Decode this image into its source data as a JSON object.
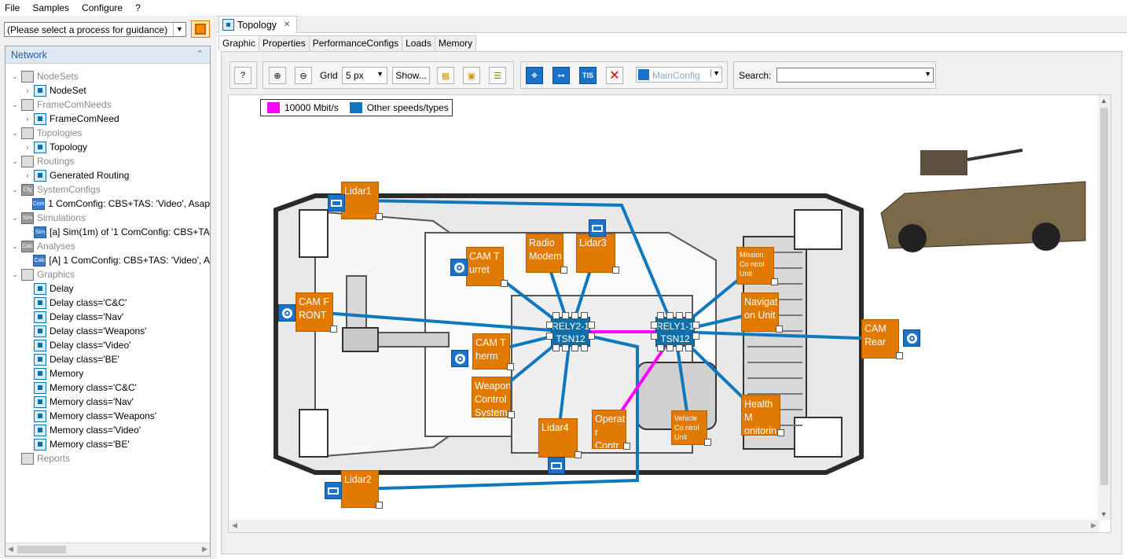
{
  "menu": [
    "File",
    "Samples",
    "Configure",
    "?"
  ],
  "process_combo": "(Please select a process for guidance)",
  "network_panel": {
    "title": "Network"
  },
  "tree": [
    {
      "level": 0,
      "label": "NodeSets",
      "grey": true,
      "expand": "v",
      "icon": "nodeset-icon"
    },
    {
      "level": 1,
      "label": "NodeSet",
      "grey": false,
      "expand": ">",
      "icon": "nodeset-icon"
    },
    {
      "level": 0,
      "label": "FrameComNeeds",
      "grey": true,
      "expand": "v",
      "icon": "framecom-icon"
    },
    {
      "level": 1,
      "label": "FrameComNeed",
      "grey": false,
      "expand": ">",
      "icon": "framecom-icon"
    },
    {
      "level": 0,
      "label": "Topologies",
      "grey": true,
      "expand": "v",
      "icon": "topology-icon"
    },
    {
      "level": 1,
      "label": "Topology",
      "grey": false,
      "expand": ">",
      "icon": "topology-icon"
    },
    {
      "level": 0,
      "label": "Routings",
      "grey": true,
      "expand": "v",
      "icon": "routing-icon"
    },
    {
      "level": 1,
      "label": "Generated Routing",
      "grey": false,
      "expand": ">",
      "icon": "routing-icon"
    },
    {
      "level": 0,
      "label": "SystemConfigs",
      "grey": true,
      "expand": "v",
      "icon": "systemconfig-icon",
      "tag": "Cfg"
    },
    {
      "level": 1,
      "label": "1 ComConfig: CBS+TAS: 'Video', Asap",
      "grey": false,
      "expand": "",
      "icon": "comconfig-icon",
      "tag": "Com"
    },
    {
      "level": 0,
      "label": "Simulations",
      "grey": true,
      "expand": "v",
      "icon": "simulation-icon",
      "tag": "Sim"
    },
    {
      "level": 1,
      "label": "[a] Sim(1m) of '1 ComConfig: CBS+TA",
      "grey": false,
      "expand": "",
      "icon": "simulation-icon",
      "tag": "Sim"
    },
    {
      "level": 0,
      "label": "Analyses",
      "grey": true,
      "expand": "v",
      "icon": "analysis-icon",
      "tag": "Calc"
    },
    {
      "level": 1,
      "label": "[A]  1 ComConfig: CBS+TAS: 'Video', A",
      "grey": false,
      "expand": "",
      "icon": "analysis-icon",
      "tag": "Calc"
    },
    {
      "level": 0,
      "label": "Graphics",
      "grey": true,
      "expand": "v",
      "icon": "graphic-icon"
    },
    {
      "level": 1,
      "label": "Delay",
      "grey": false,
      "expand": "",
      "icon": "graphic-icon"
    },
    {
      "level": 1,
      "label": "Delay class='C&C'",
      "grey": false,
      "expand": "",
      "icon": "graphic-icon"
    },
    {
      "level": 1,
      "label": "Delay class='Nav'",
      "grey": false,
      "expand": "",
      "icon": "graphic-icon"
    },
    {
      "level": 1,
      "label": "Delay class='Weapons'",
      "grey": false,
      "expand": "",
      "icon": "graphic-icon"
    },
    {
      "level": 1,
      "label": "Delay class='Video'",
      "grey": false,
      "expand": "",
      "icon": "graphic-icon"
    },
    {
      "level": 1,
      "label": "Delay class='BE'",
      "grey": false,
      "expand": "",
      "icon": "graphic-icon"
    },
    {
      "level": 1,
      "label": "Memory",
      "grey": false,
      "expand": "",
      "icon": "graphic-icon"
    },
    {
      "level": 1,
      "label": "Memory class='C&C'",
      "grey": false,
      "expand": "",
      "icon": "graphic-icon"
    },
    {
      "level": 1,
      "label": "Memory class='Nav'",
      "grey": false,
      "expand": "",
      "icon": "graphic-icon"
    },
    {
      "level": 1,
      "label": "Memory class='Weapons'",
      "grey": false,
      "expand": "",
      "icon": "graphic-icon"
    },
    {
      "level": 1,
      "label": "Memory class='Video'",
      "grey": false,
      "expand": "",
      "icon": "graphic-icon"
    },
    {
      "level": 1,
      "label": "Memory class='BE'",
      "grey": false,
      "expand": "",
      "icon": "graphic-icon"
    },
    {
      "level": 0,
      "label": "Reports",
      "grey": true,
      "expand": "",
      "icon": "report-icon"
    }
  ],
  "editor_tab": "Topology",
  "subtabs": [
    "Graphic",
    "Properties",
    "PerformanceConfigs",
    "Loads",
    "Memory"
  ],
  "toolbar": {
    "help": "?",
    "grid_label": "Grid",
    "grid_value": "5 px",
    "show_label": "Show...",
    "tis_label": "TIS",
    "config_value": "MainConfig",
    "search_label": "Search:",
    "search_value": ""
  },
  "legend": [
    {
      "label": "10000  Mbit/s",
      "color": "#ff00ff"
    },
    {
      "label": "Other speeds/types",
      "color": "#0f77bd"
    }
  ],
  "colors": {
    "node": "#e07a00",
    "switch": "#0f6faa",
    "link": "#0f77bd",
    "fast_link": "#ff00ff"
  },
  "switches": [
    {
      "id": "s1",
      "lines": [
        "RELY2-1",
        "TSN12"
      ]
    },
    {
      "id": "s2",
      "lines": [
        "RELY1-1",
        "TSN12"
      ]
    }
  ],
  "nodes": [
    {
      "id": "lidar1",
      "label": "Lidar1"
    },
    {
      "id": "lidar2",
      "label": "Lidar2"
    },
    {
      "id": "lidar3",
      "label": "Lidar3"
    },
    {
      "id": "lidar4",
      "label": "Lidar4"
    },
    {
      "id": "camturret",
      "label": "CAM T urret"
    },
    {
      "id": "radiomodem",
      "label": "Radio Modem"
    },
    {
      "id": "camfront",
      "label": "CAM F RONT"
    },
    {
      "id": "camtherm",
      "label": "CAM T herm"
    },
    {
      "id": "weapon",
      "label": "Weapon Control System"
    },
    {
      "id": "operator",
      "label": "Operato r Contr ol Unit"
    },
    {
      "id": "vehicle",
      "label": "Vehicle Co ntrol Unit"
    },
    {
      "id": "mission",
      "label": "Mission Co ntrol Unit"
    },
    {
      "id": "navigation",
      "label": "Navigati on Unit"
    },
    {
      "id": "health",
      "label": "Health M onitorin g Unit"
    },
    {
      "id": "camrear",
      "label": "CAM Rear"
    }
  ]
}
